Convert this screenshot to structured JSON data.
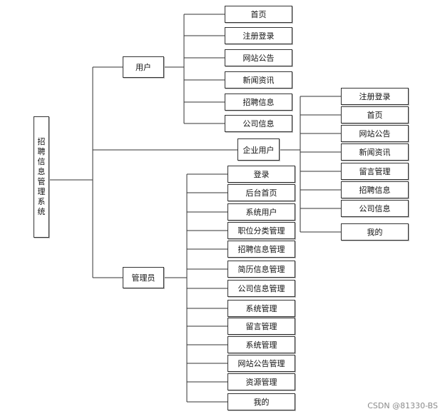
{
  "root": {
    "label": "招聘信息管理系统"
  },
  "roles": [
    {
      "label": "用户",
      "children": [
        "首页",
        "注册登录",
        "网站公告",
        "新闻资讯",
        "招聘信息",
        "公司信息"
      ]
    },
    {
      "label": "企业用户",
      "children": [
        "注册登录",
        "首页",
        "网站公告",
        "新闻资讯",
        "留言管理",
        "招聘信息",
        "公司信息",
        "我的"
      ]
    },
    {
      "label": "管理员",
      "children": [
        "登录",
        "后台首页",
        "系统用户",
        "职位分类管理",
        "招聘信息管理",
        "简历信息管理",
        "公司信息管理",
        "系统管理",
        "留言管理",
        "系统管理",
        "网站公告管理",
        "资源管理",
        "我的"
      ]
    }
  ],
  "watermark": "CSDN @81330-BS"
}
